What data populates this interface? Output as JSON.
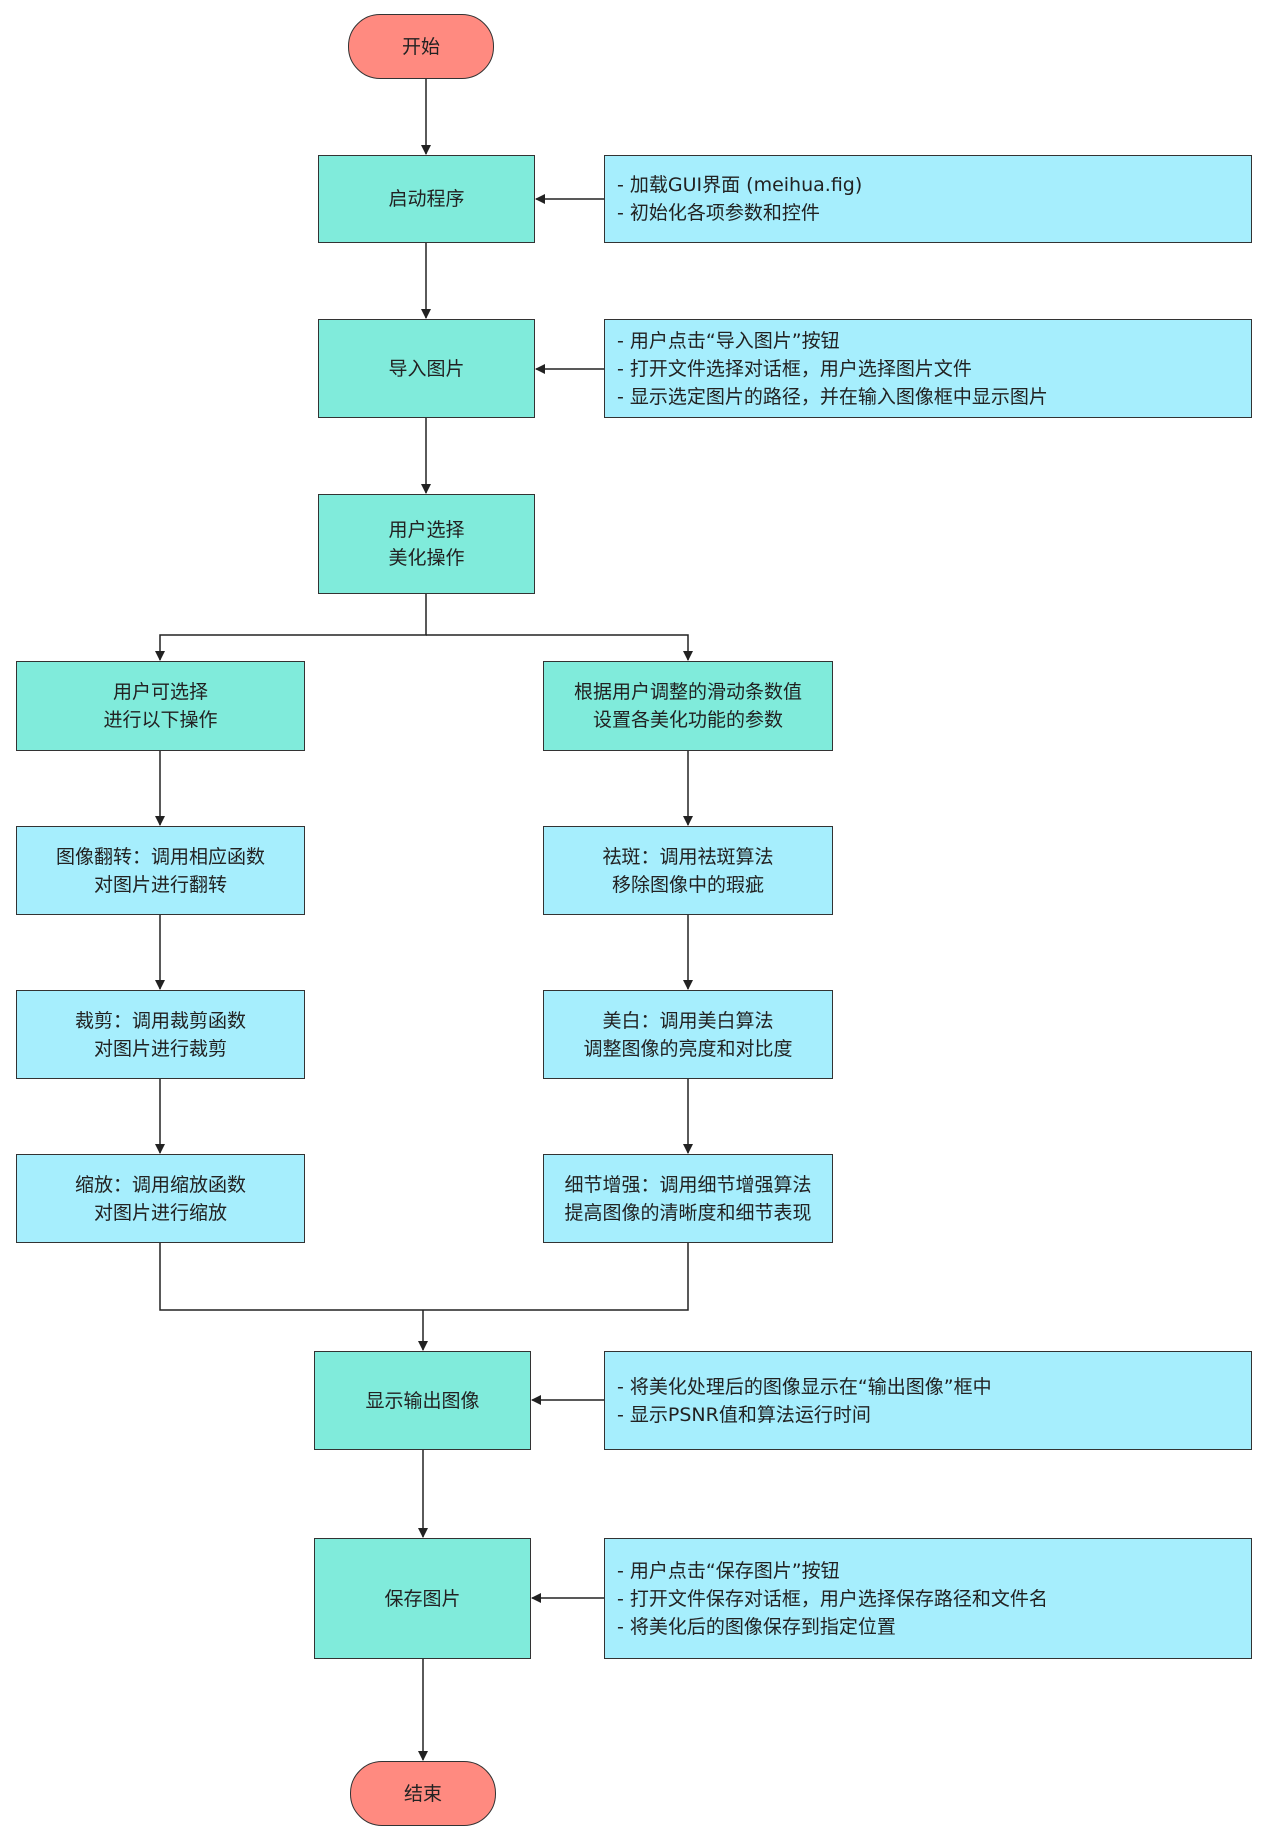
{
  "colors": {
    "terminal": "#FF8A80",
    "process": "#80EBDB",
    "step": "#A6EEFD",
    "note": "#A6EEFD",
    "stroke": "#333333"
  },
  "start": {
    "label": "开始"
  },
  "end": {
    "label": "结束"
  },
  "launch": {
    "label": "启动程序",
    "notes": [
      "- 加载GUI界面 (meihua.fig)",
      "- 初始化各项参数和控件"
    ]
  },
  "import": {
    "label": "导入图片",
    "notes": [
      "- 用户点击“导入图片”按钮",
      "- 打开文件选择对话框，用户选择图片文件",
      "- 显示选定图片的路径，并在输入图像框中显示图片"
    ]
  },
  "choose": {
    "lines": [
      "用户选择",
      "美化操作"
    ]
  },
  "left_branch": {
    "header": [
      "用户可选择",
      "进行以下操作"
    ],
    "flip": [
      "图像翻转：调用相应函数",
      "对图片进行翻转"
    ],
    "crop": [
      "裁剪：调用裁剪函数",
      "对图片进行裁剪"
    ],
    "zoom": [
      "缩放：调用缩放函数",
      "对图片进行缩放"
    ]
  },
  "right_branch": {
    "header": [
      "根据用户调整的滑动条数值",
      "设置各美化功能的参数"
    ],
    "spot": [
      "祛斑：调用祛斑算法",
      "移除图像中的瑕疵"
    ],
    "whiten": [
      "美白：调用美白算法",
      "调整图像的亮度和对比度"
    ],
    "detail": [
      "细节增强：调用细节增强算法",
      "提高图像的清晰度和细节表现"
    ]
  },
  "display": {
    "label": "显示输出图像",
    "notes": [
      "- 将美化处理后的图像显示在“输出图像”框中",
      "- 显示PSNR值和算法运行时间"
    ]
  },
  "save": {
    "label": "保存图片",
    "notes": [
      "- 用户点击“保存图片”按钮",
      "- 打开文件保存对话框，用户选择保存路径和文件名",
      "- 将美化后的图像保存到指定位置"
    ]
  }
}
